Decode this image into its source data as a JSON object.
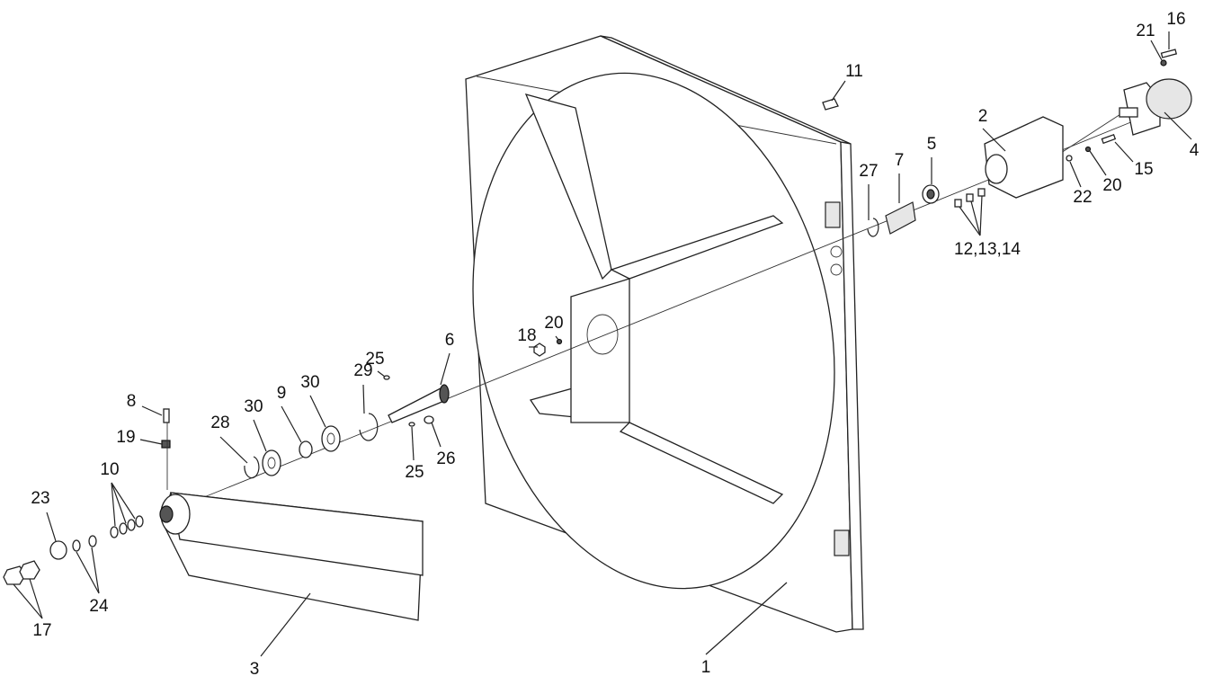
{
  "diagram": {
    "type": "exploded-view parts diagram",
    "callouts": {
      "p1": "1",
      "p2": "2",
      "p3": "3",
      "p4": "4",
      "p5": "5",
      "p6": "6",
      "p7": "7",
      "p8": "8",
      "p9": "9",
      "p10": "10",
      "p11": "11",
      "p12_14": "12,13,14",
      "p15": "15",
      "p16": "16",
      "p17": "17",
      "p18": "18",
      "p19": "19",
      "p20a": "20",
      "p20b": "20",
      "p21": "21",
      "p22": "22",
      "p23": "23",
      "p24": "24",
      "p25a": "25",
      "p25b": "25",
      "p26": "26",
      "p27": "27",
      "p28": "28",
      "p29": "29",
      "p30a": "30",
      "p30b": "30"
    }
  }
}
